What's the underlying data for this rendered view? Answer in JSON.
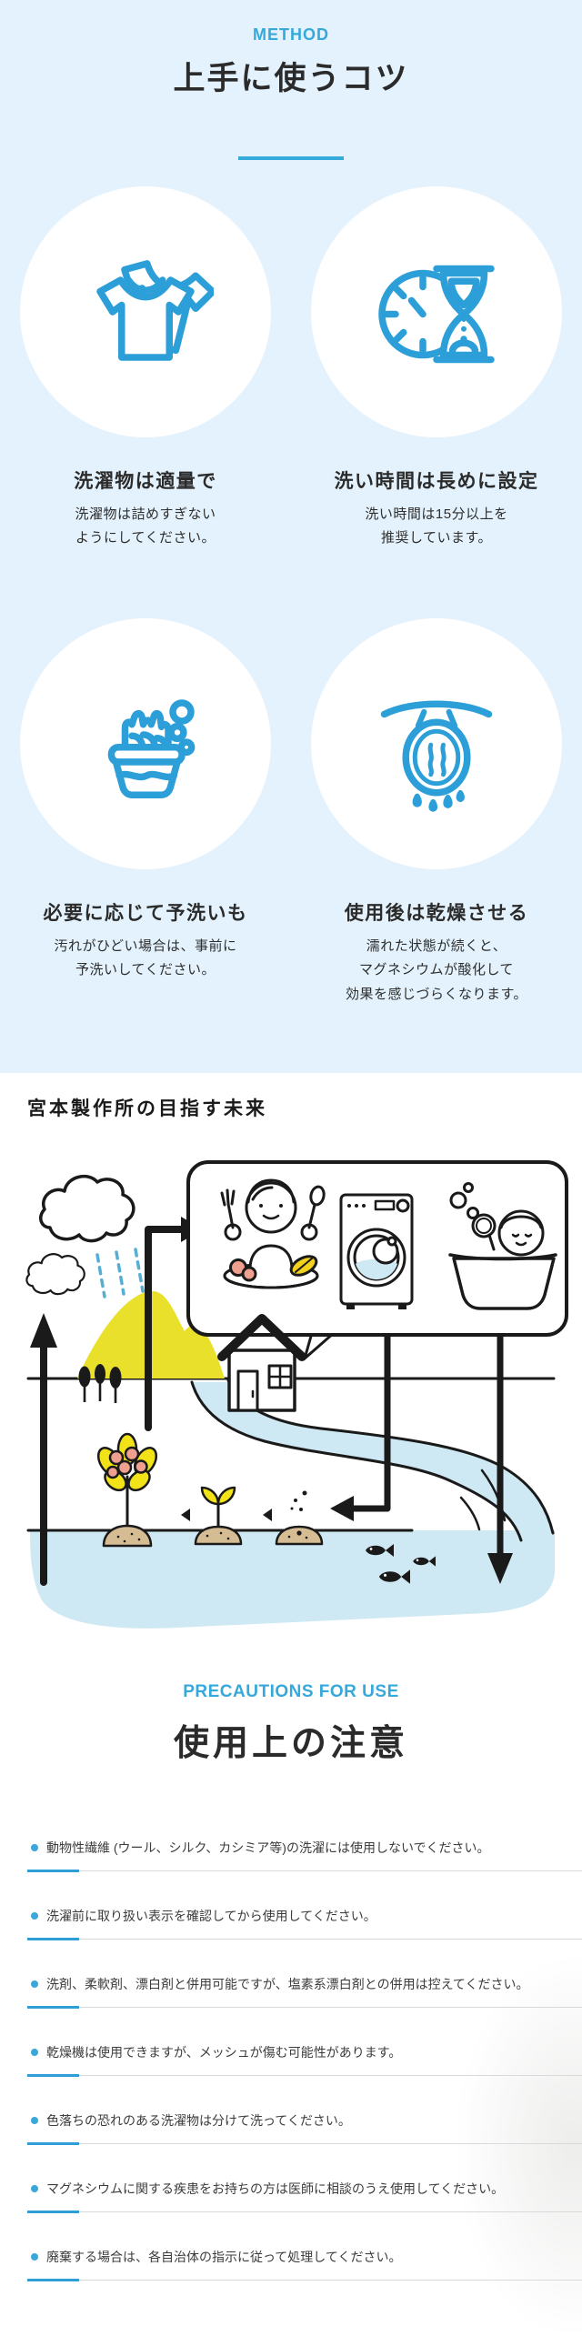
{
  "colors": {
    "section_bg": "#e3f2fc",
    "accent_blue": "#36a9da",
    "icon_blue": "#2d9fd8",
    "heading_dark": "#2b2b2b",
    "divider_gray": "#d9d9d9",
    "water_blue": "#cfe9f4",
    "mountain_yellow": "#e9e02c",
    "leaf_yellow": "#f2e318",
    "fruit_pink": "#f0a08f",
    "soil_tan": "#d6bc92"
  },
  "method_section": {
    "eyebrow": "METHOD",
    "title": "上手に使うコツ",
    "cards": [
      {
        "icon": "tshirt-icon",
        "title": "洗濯物は適量で",
        "desc": "洗濯物は詰めすぎない\nようにしてください。"
      },
      {
        "icon": "hourglass-clock-icon",
        "title": "洗い時間は長めに設定",
        "desc": "洗い時間は15分以上を\n推奨しています。"
      },
      {
        "icon": "wash-basin-icon",
        "title": "必要に応じて予洗いも",
        "desc": "汚れがひどい場合は、事前に\n予洗いしてください。"
      },
      {
        "icon": "drying-pouch-icon",
        "title": "使用後は乾燥させる",
        "desc": "濡れた状態が続くと、\nマグネシウムが酸化して\n効果を感じづらくなります。"
      }
    ]
  },
  "future_section": {
    "title": "宮本製作所の目指す未来",
    "illustration": "water-cycle-ecosystem-illustration",
    "illustration_elements": [
      "rain-cloud",
      "mountain",
      "trees",
      "house",
      "speech-bubble",
      "child-eating",
      "washing-machine",
      "bathing-person",
      "river",
      "groundwater",
      "fish",
      "plant-growth-stages"
    ]
  },
  "precautions_section": {
    "eyebrow": "PRECAUTIONS FOR USE",
    "title": "使用上の注意",
    "items": [
      "動物性繊維 (ウール、シルク、カシミア等)の洗濯には使用しないでください。",
      "洗濯前に取り扱い表示を確認してから使用してください。",
      "洗剤、柔軟剤、漂白剤と併用可能ですが、塩素系漂白剤との併用は控えてください。",
      "乾燥機は使用できますが、メッシュが傷む可能性があります。",
      "色落ちの恐れのある洗濯物は分けて洗ってください。",
      "マグネシウムに関する疾患をお持ちの方は医師に相談のうえ使用してください。",
      "廃棄する場合は、各自治体の指示に従って処理してください。"
    ]
  }
}
